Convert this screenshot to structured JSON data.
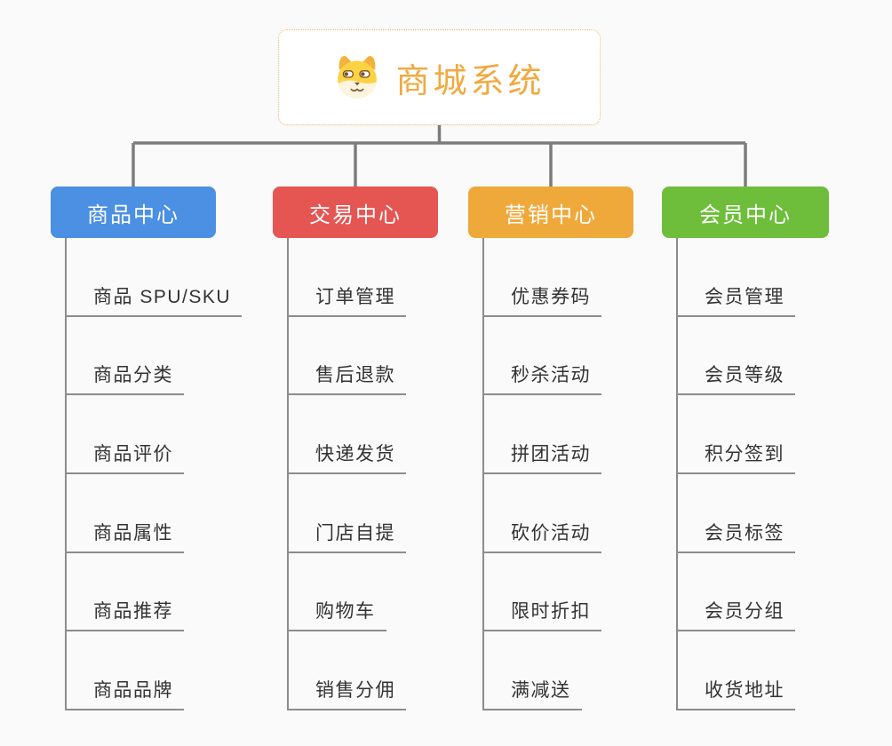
{
  "root": {
    "title": "商城系统",
    "icon": "dog-icon"
  },
  "branches": [
    {
      "label": "商品中心",
      "color": "#4b90e2",
      "children": [
        "商品 SPU/SKU",
        "商品分类",
        "商品评价",
        "商品属性",
        "商品推荐",
        "商品品牌"
      ]
    },
    {
      "label": "交易中心",
      "color": "#e55653",
      "children": [
        "订单管理",
        "售后退款",
        "快递发货",
        "门店自提",
        "购物车",
        "销售分佣"
      ]
    },
    {
      "label": "营销中心",
      "color": "#efa93b",
      "children": [
        "优惠券码",
        "秒杀活动",
        "拼团活动",
        "砍价活动",
        "限时折扣",
        "满减送"
      ]
    },
    {
      "label": "会员中心",
      "color": "#6ebe3b",
      "children": [
        "会员管理",
        "会员等级",
        "积分签到",
        "会员标签",
        "会员分组",
        "收货地址"
      ]
    }
  ],
  "colors": {
    "background": "#fafafa",
    "root_text": "#f1a93f",
    "root_border": "#f2bb66",
    "connector_line": "#7c7c7c",
    "item_line": "#8c8c8c",
    "item_text": "#333333"
  }
}
